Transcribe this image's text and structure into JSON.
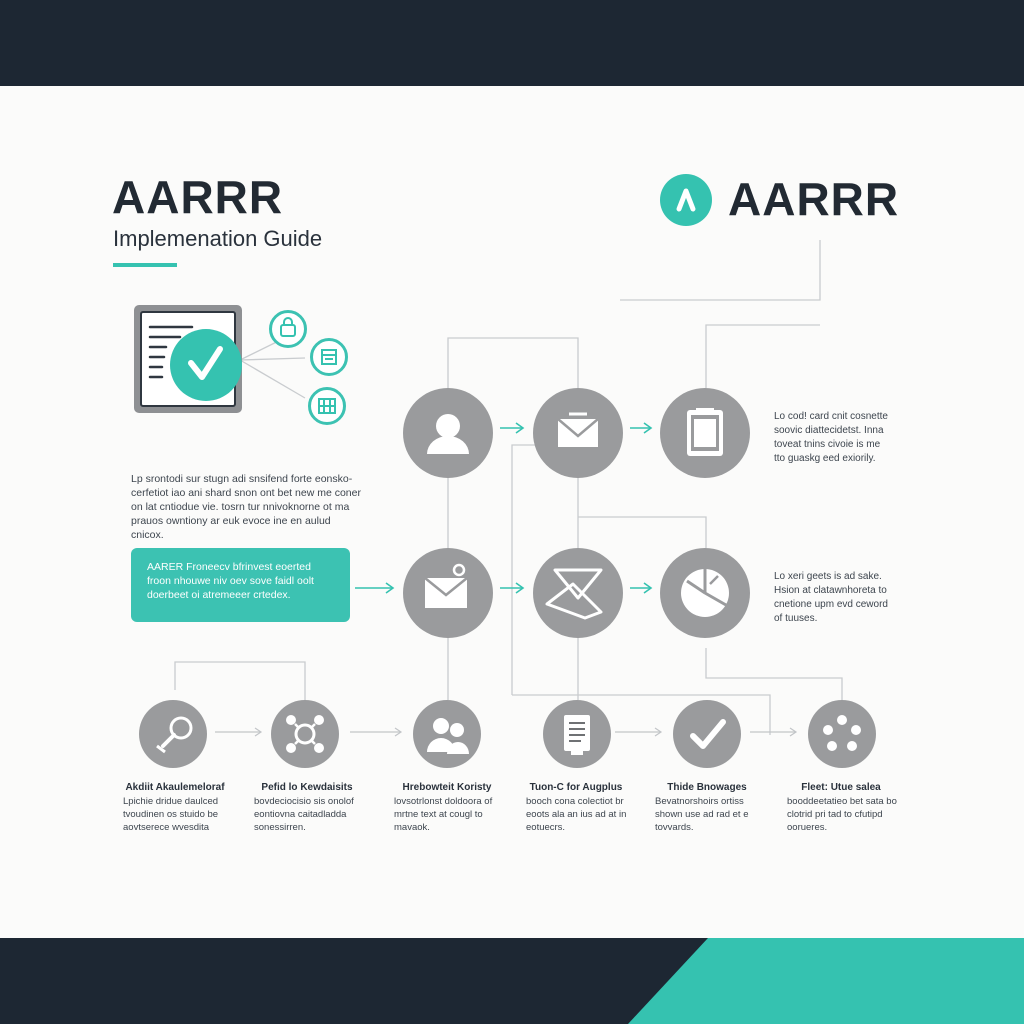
{
  "header": {
    "title": "AARRR",
    "subtitle": "Implemenation Guide",
    "logo_text": "AARRR"
  },
  "intro_text": [
    "Lp srontodi sur stugn adi snsifend forte eonsko-",
    "cerfetiot iao ani shard snon ont bet new me coner",
    "on lat cntiodue vie. tosrn tur nnivoknorne ot ma",
    "prauos owntiony ar euk evoce ine en aulud",
    "cnicox."
  ],
  "callout": {
    "title": "AARER Froneecv",
    "lines": [
      "AARER Froneecv bfrinvest eoerted",
      "froon nhouwe niv oev sove faidl oolt",
      "doerbeet oi atremeeer crtedex."
    ]
  },
  "right_notes": [
    [
      "Lo cod! card cnit cosnette",
      "soovic diattecidetst. Inna",
      "toveat tnins civoie is me",
      "tto guaskg eed exiorily."
    ],
    [
      "Lo xeri geets is ad sake.",
      "Hsion at clatawnhoreta to",
      "cnetione upm evd ceword",
      "of tuuses."
    ]
  ],
  "colors": {
    "teal": "#35c2b0",
    "navy": "#1d2733",
    "node_gray": "#9a9b9d"
  },
  "nodes_grid": [
    "user-icon",
    "envelope-icon",
    "clipboard-icon",
    "mail-notification-icon",
    "funnel-icon",
    "pie-chart-icon"
  ],
  "steps": [
    {
      "icon": "search-icon",
      "title": "Akdiit Akaulemeloraf",
      "desc": [
        "Lpichie dridue daulced",
        "tvoudinen os stuido be",
        "aovtserece wvesdita"
      ]
    },
    {
      "icon": "network-icon",
      "title": "Pefid lo Kewdaisits",
      "desc": [
        "bovdeciocisio sis onolof",
        "eontiovna caitadladda",
        "sonessirren."
      ]
    },
    {
      "icon": "people-icon",
      "title": "Hrebowteit Koristy",
      "desc": [
        "lovsotrlonst doldoora of",
        "mrtne text at cougl to",
        "mavaok."
      ]
    },
    {
      "icon": "document-icon",
      "title": "Tuon-C for Augplus",
      "desc": [
        "booch cona colectiot br",
        "eoots ala an ius ad at in",
        "eotuecrs."
      ]
    },
    {
      "icon": "check-icon",
      "title": "Thide Bnowages",
      "desc": [
        "Bevatnorshoirs ortiss",
        "shown use ad rad et e",
        "tovvards."
      ]
    },
    {
      "icon": "dots-icon",
      "title": "Fleet: Utue salea",
      "desc": [
        "booddeetatieo bet sata bo",
        "clotrid pri tad to cfutipd",
        "oorueres."
      ]
    }
  ]
}
